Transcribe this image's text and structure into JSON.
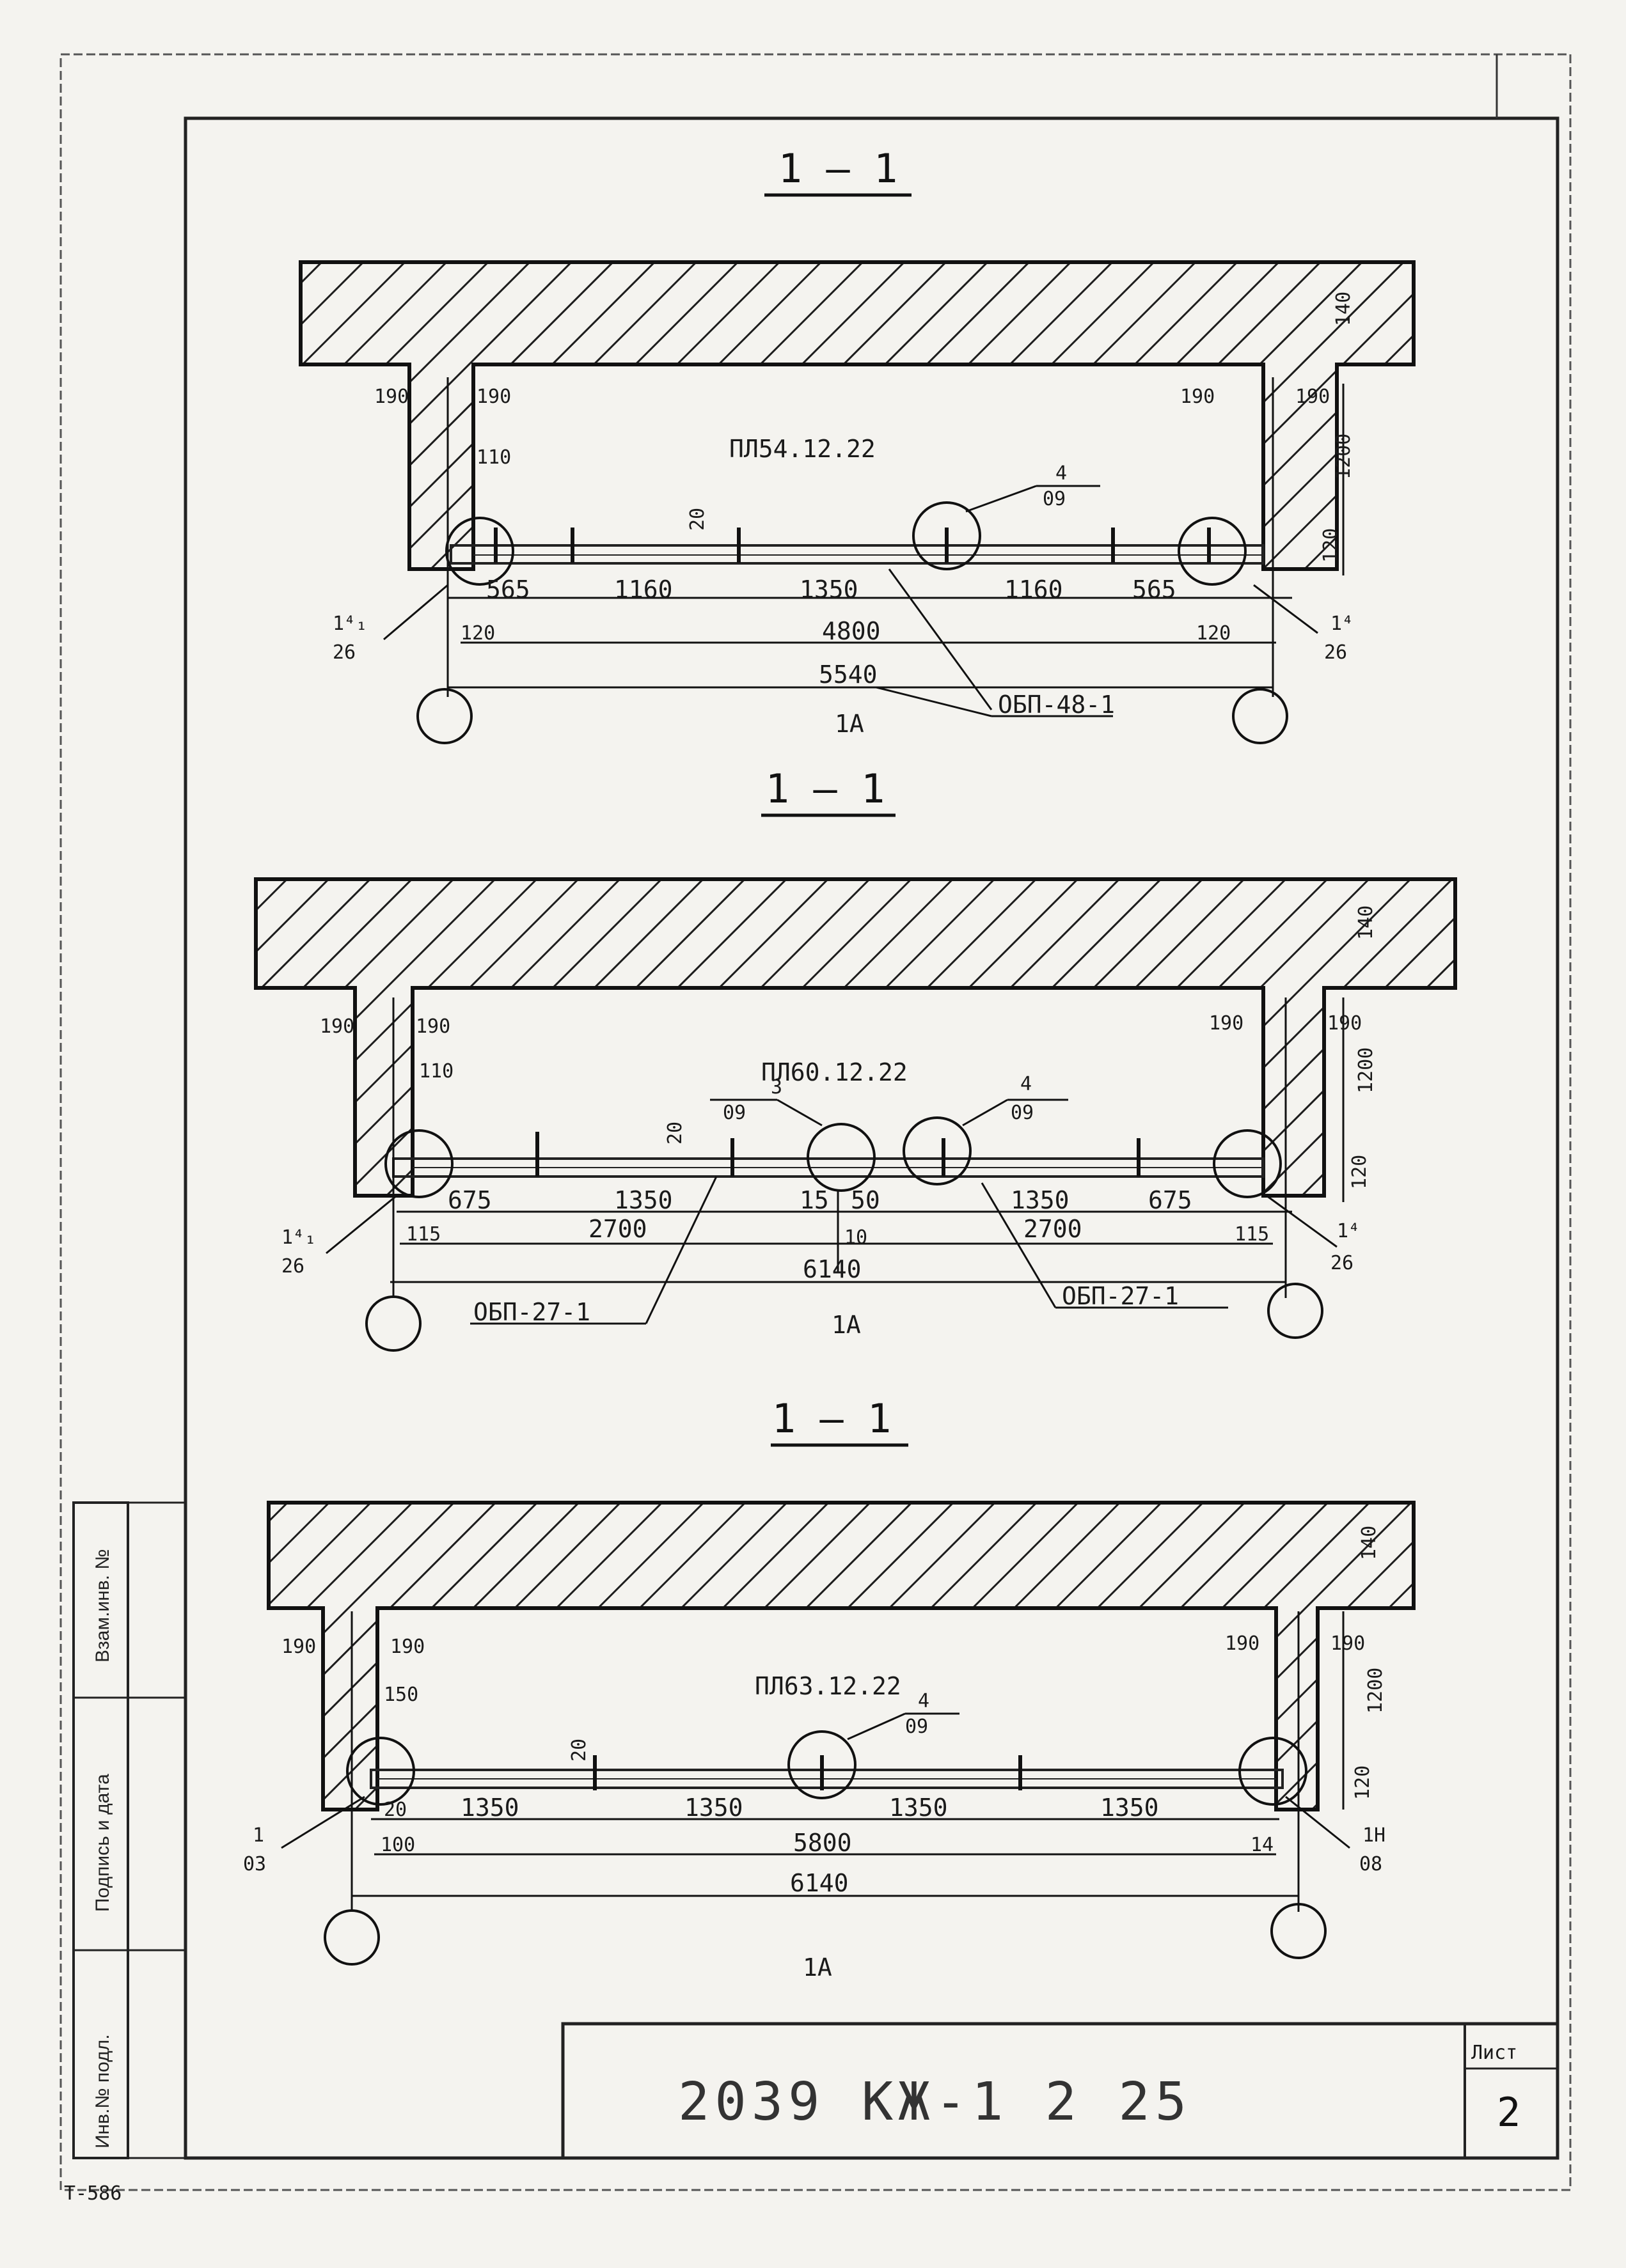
{
  "sheet": {
    "stamp": "2039 КЖ-1   2    25",
    "sheet_label": "Лист",
    "sheet_number": "2",
    "format_mark": "Т-586",
    "side_table": [
      "Взам.инв. №",
      "Подпись и дата",
      "Инв.№ подл."
    ]
  },
  "section1": {
    "title": "1 – 1",
    "slab": "ПЛ54.12.22",
    "beam": "ОБП-48-1",
    "call_center": [
      "4",
      "09"
    ],
    "call_left": [
      "1⁴₁",
      "26"
    ],
    "call_right": [
      "1⁴",
      "26"
    ],
    "wall_left": "190",
    "wall_right": "190",
    "inner_left": "190",
    "inner_right": "190",
    "lintel": "110",
    "step": "20",
    "height": "1200",
    "top": "140",
    "bottom": "120",
    "spacing": [
      "565",
      "1160",
      "1350",
      "1160",
      "565"
    ],
    "end_offsets": [
      "120",
      "120"
    ],
    "beam_length": "4800",
    "overall": "5540",
    "axis_mark": "1А"
  },
  "section2": {
    "title": "1 – 1",
    "slab": "ПЛ60.12.22",
    "beam_left": "ОБП-27-1",
    "beam_right": "ОБП-27-1",
    "call_center_left": [
      "3",
      "09"
    ],
    "call_center_right": [
      "4",
      "09"
    ],
    "call_left": [
      "1⁴₁",
      "26"
    ],
    "call_right": [
      "1⁴",
      "26"
    ],
    "wall_left": "190",
    "wall_right": "190",
    "inner_left": "190",
    "inner_right": "190",
    "lintel": "110",
    "step": "20",
    "height": "1200",
    "top": "140",
    "bottom": "120",
    "spacing": [
      "675",
      "1350",
      "15",
      "50",
      "1350",
      "675"
    ],
    "end_offsets": [
      "115",
      "115"
    ],
    "beam_lengths": [
      "2700",
      "10",
      "2700"
    ],
    "overall": "6140",
    "axis_mark": "1А"
  },
  "section3": {
    "title": "1 – 1",
    "slab": "ПЛ63.12.22",
    "call_center": [
      "4",
      "09"
    ],
    "call_left": [
      "1",
      "03"
    ],
    "call_right": [
      "1Н",
      "08"
    ],
    "wall_left": "190",
    "wall_right": "190",
    "inner_left": "190",
    "inner_right": "190",
    "lintel": "150",
    "step": "20",
    "height": "1200",
    "top": "140",
    "bottom": "120",
    "spacing": [
      "20",
      "1350",
      "1350",
      "1350",
      "1350"
    ],
    "end_offsets": [
      "100",
      "14"
    ],
    "beam_length": "5800",
    "overall": "6140",
    "axis_mark": "1А"
  }
}
